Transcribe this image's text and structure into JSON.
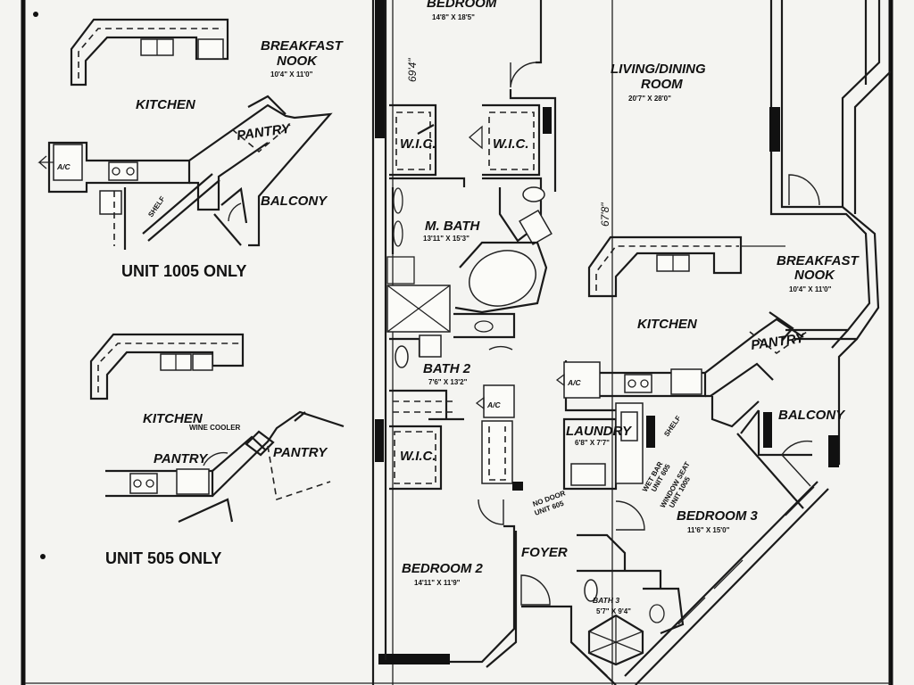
{
  "rooms": {
    "bedroom_top": {
      "name": "BEDROOM",
      "size": "14'8\" X 18'5\""
    },
    "living": {
      "name_l1": "LIVING/DINING",
      "name_l2": "ROOM",
      "size": "20'7\" X 28'0\""
    },
    "wic_1": {
      "name": "W.I.C."
    },
    "wic_2": {
      "name": "W.I.C."
    },
    "wic_3": {
      "name": "W.I.C."
    },
    "m_bath": {
      "name": "M. BATH",
      "size": "13'11\" X 15'3\""
    },
    "bath_2": {
      "name": "BATH 2",
      "size": "7'6\" X 13'2\""
    },
    "ac_main": {
      "name": "A/C"
    },
    "ac_kitchen": {
      "name": "A/C"
    },
    "breakfast_nook": {
      "name_l1": "BREAKFAST",
      "name_l2": "NOOK",
      "size": "10'4\" X 11'0\""
    },
    "kitchen": {
      "name": "KITCHEN"
    },
    "pantry": {
      "name": "PANTRY"
    },
    "balcony": {
      "name": "BALCONY"
    },
    "laundry": {
      "name": "LAUNDRY",
      "size": "6'8\" X 7'7\""
    },
    "bedroom_2": {
      "name": "BEDROOM 2",
      "size": "14'11\" X 11'9\""
    },
    "foyer": {
      "name": "FOYER"
    },
    "bedroom_3": {
      "name": "BEDROOM 3",
      "size": "11'6\" X 15'0\""
    },
    "bath_3": {
      "name": "BATH 3",
      "size": "5'7\" X 9'4\""
    }
  },
  "dimensions": {
    "d1": "69'4\"",
    "d2": "67'8\""
  },
  "notes": {
    "shelf": "SHELF",
    "shelf_2": "SHELF",
    "door_note_l1": "NO DOOR",
    "door_note_l2": "UNIT 605",
    "wet_bar_l1": "WET BAR",
    "wet_bar_l2": "UNIT 605",
    "window_seat_l1": "WINDOW SEAT",
    "window_seat_l2": "UNIT 1005",
    "wine_cooler": "WINE COOLER"
  },
  "inset_1005": {
    "breakfast_l1": "BREAKFAST",
    "breakfast_l2": "NOOK",
    "breakfast_size": "10'4\" X 11'0\"",
    "kitchen": "KITCHEN",
    "pantry": "PANTRY",
    "ac": "A/C",
    "balcony": "BALCONY",
    "caption": "UNIT 1005 ONLY"
  },
  "inset_505": {
    "kitchen": "KITCHEN",
    "pantry_left": "PANTRY",
    "pantry_right": "PANTRY",
    "caption": "UNIT 505 ONLY"
  }
}
